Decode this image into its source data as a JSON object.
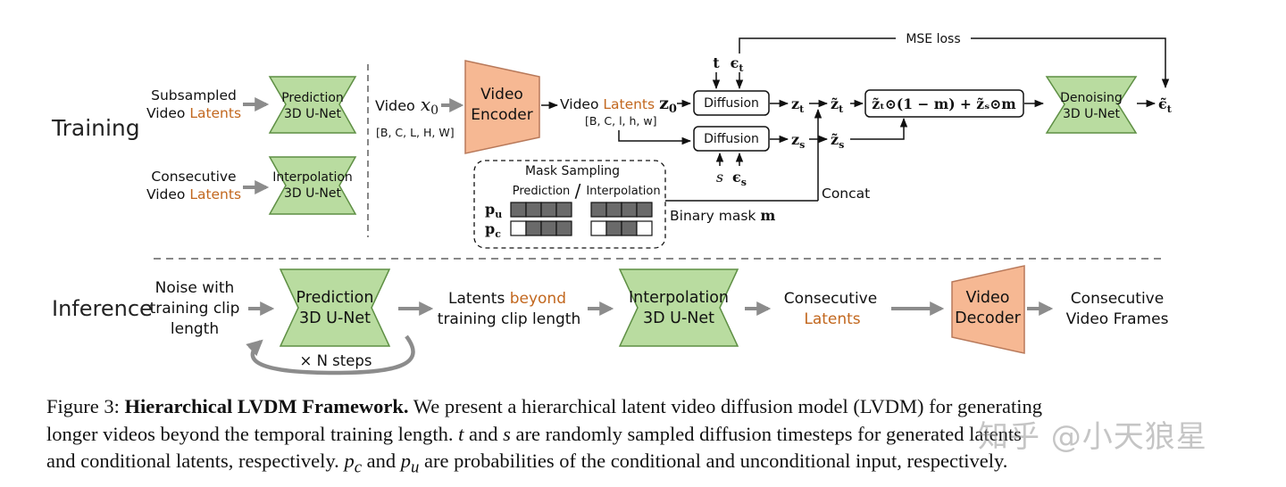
{
  "colors": {
    "green_fill": "#b9dca0",
    "green_stroke": "#5e8f44",
    "orange_fill": "#f6b893",
    "orange_stroke": "#b8795a",
    "latent_text": "#c2671e",
    "arrow_gray": "#8c8c8c",
    "dark_cell": "#6a6a6a"
  },
  "training": {
    "section_label": "Training",
    "subsampled": {
      "line1": "Subsampled",
      "line2_prefix": "Video ",
      "line2_latents": "Latents"
    },
    "consecutive": {
      "line1": "Consecutive",
      "line2_prefix": "Video ",
      "line2_latents": "Latents"
    },
    "prediction_unet": {
      "line1": "Prediction",
      "line2": "3D U-Net"
    },
    "interpolation_unet": {
      "line1": "Interpolation",
      "line2": "3D U-Net"
    },
    "video_input": {
      "label": "Video",
      "symbol": "x",
      "sub": "0",
      "shape": "[B, C, L, H, W]"
    },
    "video_encoder": {
      "line1": "Video",
      "line2": "Encoder"
    },
    "video_latents": {
      "prefix": "Video ",
      "latents": "Latents",
      "symbol": "z",
      "sub": "0",
      "shape": "[B, C, l, h, w]"
    },
    "diffusion_top": {
      "label": "Diffusion",
      "t": "t",
      "eps": "ϵ",
      "eps_sub": "t",
      "out_z": "z",
      "out_z_sub": "t",
      "out_ztilde": "z̃",
      "out_ztilde_sub": "t"
    },
    "diffusion_bottom": {
      "label": "Diffusion",
      "s": "s",
      "eps": "ϵ",
      "eps_sub": "s",
      "out_z": "z",
      "out_z_sub": "s",
      "out_ztilde": "z̃",
      "out_ztilde_sub": "s"
    },
    "combine_formula": "z̃ₜ⊙(1 − m) + z̃ₛ⊙m",
    "denoising_unet": {
      "line1": "Denoising",
      "line2": "3D U-Net"
    },
    "output": {
      "symbol": "ϵ̃",
      "sub": "t"
    },
    "mse_loss": "MSE loss",
    "concat": "Concat",
    "binary_mask": "Binary mask ",
    "binary_mask_symbol": "m",
    "mask_sampling": {
      "title": "Mask Sampling",
      "prediction": "Prediction",
      "slash": "/",
      "interpolation": "Interpolation",
      "pu_label": "p",
      "pu_sub": "u",
      "pc_label": "p",
      "pc_sub": "c",
      "rows": {
        "pu_prediction": [
          1,
          1,
          1,
          1
        ],
        "pu_interpolation": [
          1,
          1,
          1,
          1
        ],
        "pc_prediction": [
          0,
          1,
          1,
          1
        ],
        "pc_interpolation": [
          0,
          1,
          1,
          0
        ]
      }
    }
  },
  "inference": {
    "section_label": "Inference",
    "noise": {
      "line1": "Noise with",
      "line2": "training clip",
      "line3": "length"
    },
    "prediction_unet": {
      "line1": "Prediction",
      "line2": "3D U-Net"
    },
    "n_steps": "× N steps",
    "latents_beyond": {
      "line1_prefix": "Latents ",
      "line1_beyond": "beyond",
      "line2": "training clip length"
    },
    "interpolation_unet": {
      "line1": "Interpolation",
      "line2": "3D U-Net"
    },
    "consecutive_latents": {
      "line1": "Consecutive",
      "line2": "Latents"
    },
    "video_decoder": {
      "line1": "Video",
      "line2": "Decoder"
    },
    "frames": {
      "line1": "Consecutive",
      "line2": "Video Frames"
    }
  },
  "caption": {
    "fig_label": "Figure 3: ",
    "title": "Hierarchical LVDM Framework.",
    "line1_rest": " We present a hierarchical latent video diffusion model (LVDM) for generating",
    "line2_a": "longer videos beyond the temporal training length. ",
    "line2_t": "t",
    "line2_b": " and ",
    "line2_s": "s",
    "line2_c": " are randomly sampled diffusion timesteps for generated latents",
    "line3_a": "and conditional latents, respectively. ",
    "line3_pc": "p",
    "line3_pc_sub": "c",
    "line3_b": " and ",
    "line3_pu": "p",
    "line3_pu_sub": "u",
    "line3_c": " are probabilities of the conditional and unconditional input, respectively."
  },
  "watermark": "知乎 @小天狼星"
}
